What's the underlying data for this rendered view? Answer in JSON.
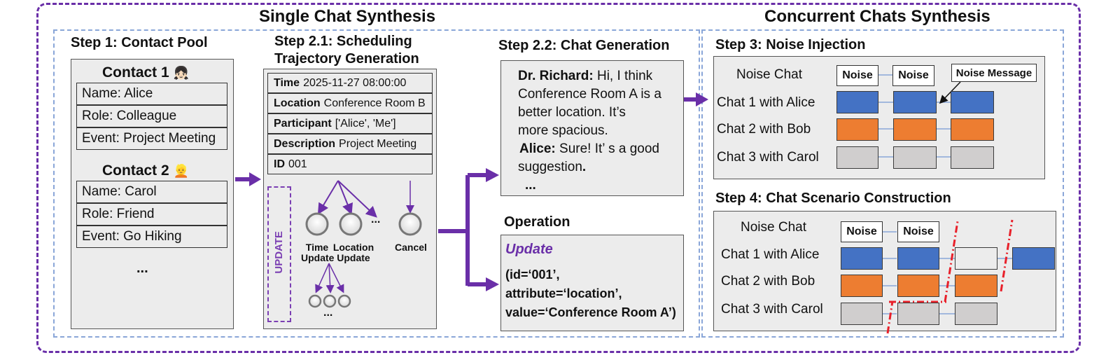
{
  "titles": {
    "single": "Single Chat Synthesis",
    "concurrent": "Concurrent Chats Synthesis"
  },
  "step1": {
    "title": "Step 1: Contact Pool",
    "contacts": [
      {
        "title": "Contact 1",
        "emoji": "👧🏻",
        "fields": [
          "Name: Alice",
          "Role: Colleague",
          "Event: Project Meeting"
        ]
      },
      {
        "title": "Contact 2",
        "emoji": "👱",
        "fields": [
          "Name: Carol",
          "Role: Friend",
          "Event: Go Hiking"
        ]
      }
    ],
    "ellipsis": "..."
  },
  "step21": {
    "title_line1": "Step 2.1: Scheduling",
    "title_line2": "Trajectory Generation",
    "fields": [
      {
        "key": "Time",
        "value": "2025-11-27 08:00:00"
      },
      {
        "key": "Location",
        "value": "Conference Room B"
      },
      {
        "key": "Participant",
        "value": "['Alice', 'Me']"
      },
      {
        "key": "Description",
        "value": "Project Meeting"
      },
      {
        "key": "ID",
        "value": "001"
      }
    ],
    "update_label": "UPDATE",
    "nodes": {
      "time_update_1": "Time",
      "time_update_2": "Update",
      "location_update_1": "Location",
      "location_update_2": "Update",
      "cancel": "Cancel",
      "dots": "...",
      "dots_bottom": "..."
    }
  },
  "step22": {
    "title": "Step 2.2: Chat Generation",
    "speaker1": "Dr. Richard:",
    "msg1_line1": " Hi, I think",
    "msg1_line2": "Conference Room A is a",
    "msg1_line3": "better location. It’s",
    "msg1_line4": "more spacious.",
    "speaker2": "Alice:",
    "msg2_line1": " Sure! It’ s a good",
    "msg2_line2": "suggestion",
    "msg2_period": ".",
    "ellipsis": "..."
  },
  "operation": {
    "title": "Operation",
    "head": "Update",
    "line1": "(id=‘001’,",
    "line2": "attribute=‘location’,",
    "line3": "value=‘Conference Room A’)"
  },
  "step3": {
    "title": "Step 3: Noise Injection",
    "rows": [
      "Noise Chat",
      "Chat 1 with Alice",
      "Chat 2 with Bob",
      "Chat 3 with Carol"
    ],
    "noise_label": "Noise",
    "noise_message": "Noise Message"
  },
  "step4": {
    "title": "Step 4: Chat Scenario Construction",
    "rows": [
      "Noise Chat",
      "Chat 1 with Alice",
      "Chat 2 with Bob",
      "Chat 3 with Carol"
    ],
    "noise_label": "Noise"
  },
  "colors": {
    "purple": "#6a2fa8",
    "blue_dash": "#8aa6d8",
    "alice_blue": "#4472c4",
    "bob_orange": "#ed7d31",
    "carol_grey": "#d0cece",
    "red_dash": "#e8202a"
  }
}
